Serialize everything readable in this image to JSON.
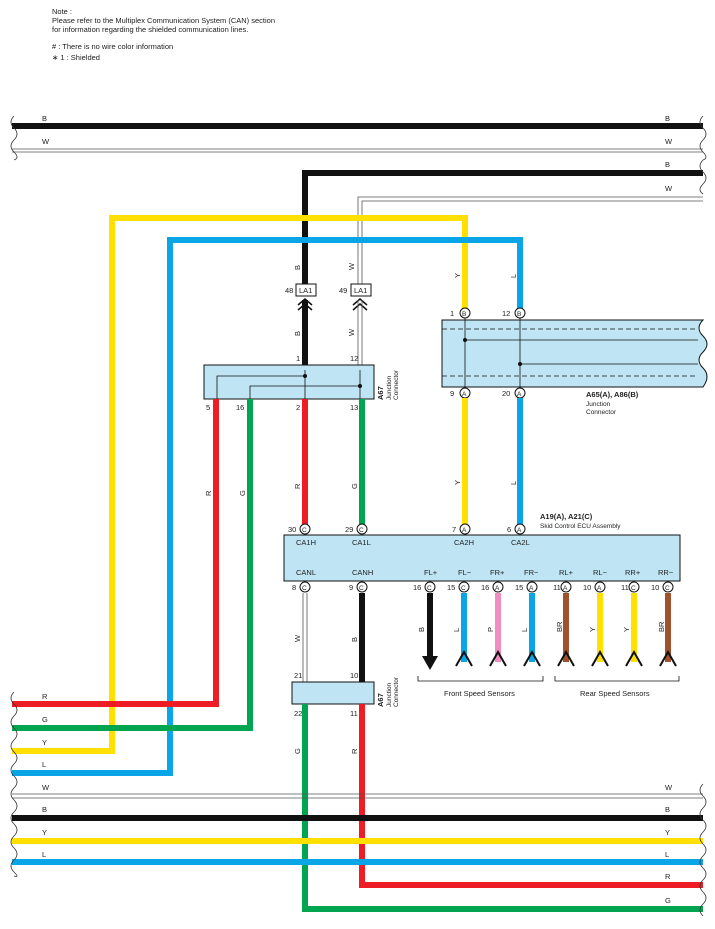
{
  "note": {
    "title": "Note :",
    "line1": "Please refer to the Multiplex Communication System (CAN) section",
    "line2": "for information regarding the shielded communication lines.",
    "legend_hash": "# : There is no wire color information",
    "legend_shield": "∗ 1 : Shielded"
  },
  "colors": {
    "B": "#111111",
    "W": "#ffffff",
    "Y": "#ffe000",
    "L": "#0aa5e6",
    "R": "#ee1c25",
    "G": "#00a550",
    "P": "#f08cbf",
    "BR": "#a0522d",
    "connector_fill": "#bfe5f4"
  },
  "buses_top": [
    {
      "label": "B"
    },
    {
      "label": "W"
    },
    {
      "label": "B"
    },
    {
      "label": "W"
    }
  ],
  "buses_bottom": [
    {
      "label": "W"
    },
    {
      "label": "B"
    },
    {
      "label": "Y"
    },
    {
      "label": "L"
    },
    {
      "label": "R"
    },
    {
      "label": "G"
    }
  ],
  "left_wires": [
    {
      "label": "R"
    },
    {
      "label": "G"
    },
    {
      "label": "Y"
    },
    {
      "label": "L"
    }
  ],
  "la1": {
    "name": "LA1",
    "left": {
      "pin": "48",
      "wire_above": "B",
      "wire_below": "B"
    },
    "right": {
      "pin": "49",
      "wire_above": "W",
      "wire_below": "W"
    }
  },
  "a67_top": {
    "code": "A67",
    "desc1": "Junction",
    "desc2": "Connector",
    "pins": [
      "1",
      "12",
      "5",
      "16",
      "2",
      "13"
    ],
    "wires": [
      "R",
      "G",
      "R",
      "G"
    ]
  },
  "a65": {
    "title": "A65(A), A86(B)",
    "desc1": "Junction",
    "desc2": "Connector",
    "pins_top": [
      "1",
      "12"
    ],
    "letters_top": [
      "B",
      "B"
    ],
    "pins_bottom": [
      "9",
      "20"
    ],
    "letters_bottom": [
      "A",
      "A"
    ],
    "wires_above": [
      "Y",
      "L"
    ],
    "wires_below": [
      "Y",
      "L"
    ]
  },
  "ecu": {
    "title": "A19(A), A21(C)",
    "desc": "Skid Control ECU Assembly",
    "top_pins": [
      {
        "num": "30",
        "letter": "C",
        "name": "CA1H"
      },
      {
        "num": "29",
        "letter": "C",
        "name": "CA1L"
      },
      {
        "num": "7",
        "letter": "A",
        "name": "CA2H"
      },
      {
        "num": "6",
        "letter": "A",
        "name": "CA2L"
      }
    ],
    "bottom_pins": [
      {
        "num": "8",
        "letter": "C",
        "name": "CANL"
      },
      {
        "num": "9",
        "letter": "C",
        "name": "CANH"
      },
      {
        "num": "16",
        "letter": "C",
        "name": "FL+"
      },
      {
        "num": "15",
        "letter": "C",
        "name": "FL−"
      },
      {
        "num": "16",
        "letter": "A",
        "name": "FR+"
      },
      {
        "num": "15",
        "letter": "A",
        "name": "FR−"
      },
      {
        "num": "11",
        "letter": "A",
        "name": "RL+"
      },
      {
        "num": "10",
        "letter": "A",
        "name": "RL−"
      },
      {
        "num": "11",
        "letter": "C",
        "name": "RR+"
      },
      {
        "num": "10",
        "letter": "C",
        "name": "RR−"
      }
    ]
  },
  "sensors": {
    "front": "Front Speed Sensors",
    "rear": "Rear Speed Sensors",
    "wires": [
      "B",
      "L",
      "P",
      "L",
      "BR",
      "Y",
      "Y",
      "BR"
    ]
  },
  "a67_bottom": {
    "code": "A67",
    "desc1": "Junction",
    "desc2": "Connector",
    "pins": [
      "21",
      "10",
      "22",
      "11"
    ],
    "wires": [
      "W",
      "B",
      "G",
      "R"
    ]
  }
}
